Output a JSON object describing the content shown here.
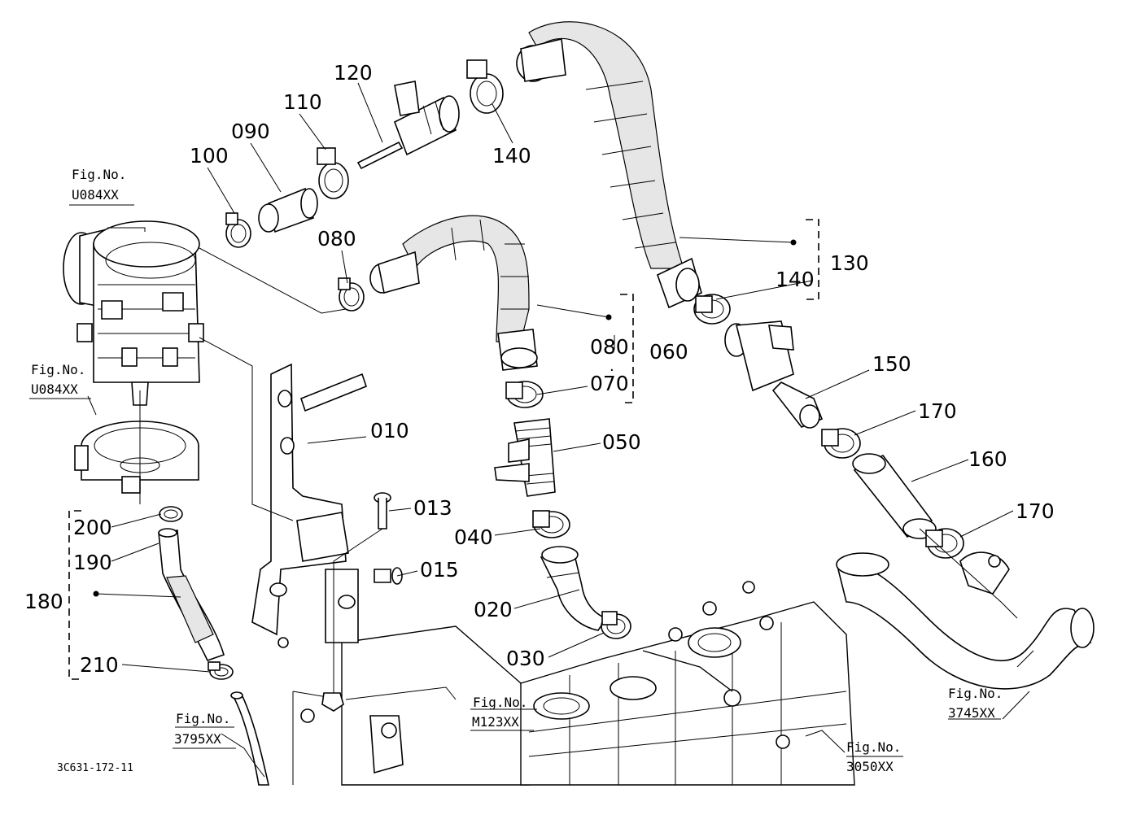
{
  "drawing_code": "3C631-172-11",
  "part_labels": {
    "p010": "010",
    "p013": "013",
    "p015": "015",
    "p020": "020",
    "p030": "030",
    "p040": "040",
    "p050": "050",
    "p060": "060",
    "p070": "070",
    "p080a": "080",
    "p080b": "080",
    "p090": "090",
    "p100": "100",
    "p110": "110",
    "p120": "120",
    "p130": "130",
    "p140a": "140",
    "p140b": "140",
    "p150": "150",
    "p160": "160",
    "p170a": "170",
    "p170b": "170",
    "p180": "180",
    "p190": "190",
    "p200": "200",
    "p210": "210"
  },
  "figure_refs": {
    "u084_top": {
      "label": "Fig.No.",
      "number": "U084XX"
    },
    "u084_mid": {
      "label": "Fig.No.",
      "number": "U084XX"
    },
    "f3795": {
      "label": "Fig.No.",
      "number": "3795XX"
    },
    "m123": {
      "label": "Fig.No.",
      "number": "M123XX"
    },
    "f3050": {
      "label": "Fig.No.",
      "number": "3050XX"
    },
    "f3745": {
      "label": "Fig.No.",
      "number": "3745XX"
    }
  }
}
